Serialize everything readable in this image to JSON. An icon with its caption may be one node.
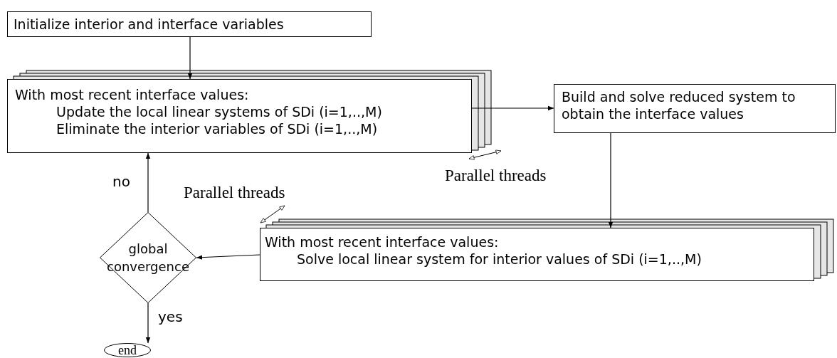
{
  "diagram": {
    "nodes": [
      {
        "text": [
          "Initialize interior and interface variables"
        ]
      },
      {
        "text": [
          "With most recent interface values:",
          "Update the local linear systems of SDi  (i=1,..,M)",
          "Eliminate the interior variables of SDi  (i=1,..,M)"
        ]
      },
      {
        "text": [
          "Build and solve reduced system to obtain the interface values"
        ]
      },
      {
        "text": [
          "With most recent interface values:",
          "Solve local linear system for interior values of SDi (i=1,..,M)"
        ]
      },
      {
        "text": [
          "global convergence"
        ]
      },
      {
        "text": [
          "end"
        ]
      }
    ],
    "edges": [
      {
        "from": 0,
        "to": 1,
        "arrow": "to"
      },
      {
        "from": 1,
        "to": 2,
        "arrow": "to"
      },
      {
        "from": 2,
        "to": 3,
        "arrow": "to"
      },
      {
        "from": 3,
        "to": 4,
        "arrow": "to"
      },
      {
        "from": 4,
        "to": 1,
        "arrow": "to",
        "label": "no"
      },
      {
        "from": 4,
        "to": 5,
        "arrow": "to",
        "label": "yes"
      }
    ],
    "labels": [
      "Parallel threads",
      "Parallel threads"
    ]
  }
}
